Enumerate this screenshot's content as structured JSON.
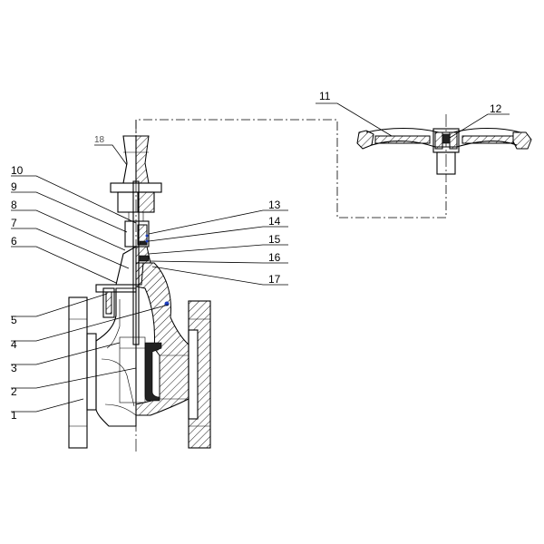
{
  "callouts": [
    {
      "id": "1",
      "label": "1"
    },
    {
      "id": "2",
      "label": "2"
    },
    {
      "id": "3",
      "label": "3"
    },
    {
      "id": "4",
      "label": "4"
    },
    {
      "id": "5",
      "label": "5"
    },
    {
      "id": "6",
      "label": "6"
    },
    {
      "id": "7",
      "label": "7"
    },
    {
      "id": "8",
      "label": "8"
    },
    {
      "id": "9",
      "label": "9"
    },
    {
      "id": "10",
      "label": "10"
    },
    {
      "id": "11",
      "label": "11"
    },
    {
      "id": "12",
      "label": "12"
    },
    {
      "id": "13",
      "label": "13"
    },
    {
      "id": "14",
      "label": "14"
    },
    {
      "id": "15",
      "label": "15"
    },
    {
      "id": "16",
      "label": "16"
    },
    {
      "id": "17",
      "label": "17"
    },
    {
      "id": "18",
      "label": "18"
    }
  ],
  "colors": {
    "line": "#000000",
    "seal_marker": "#1e3fbf"
  }
}
